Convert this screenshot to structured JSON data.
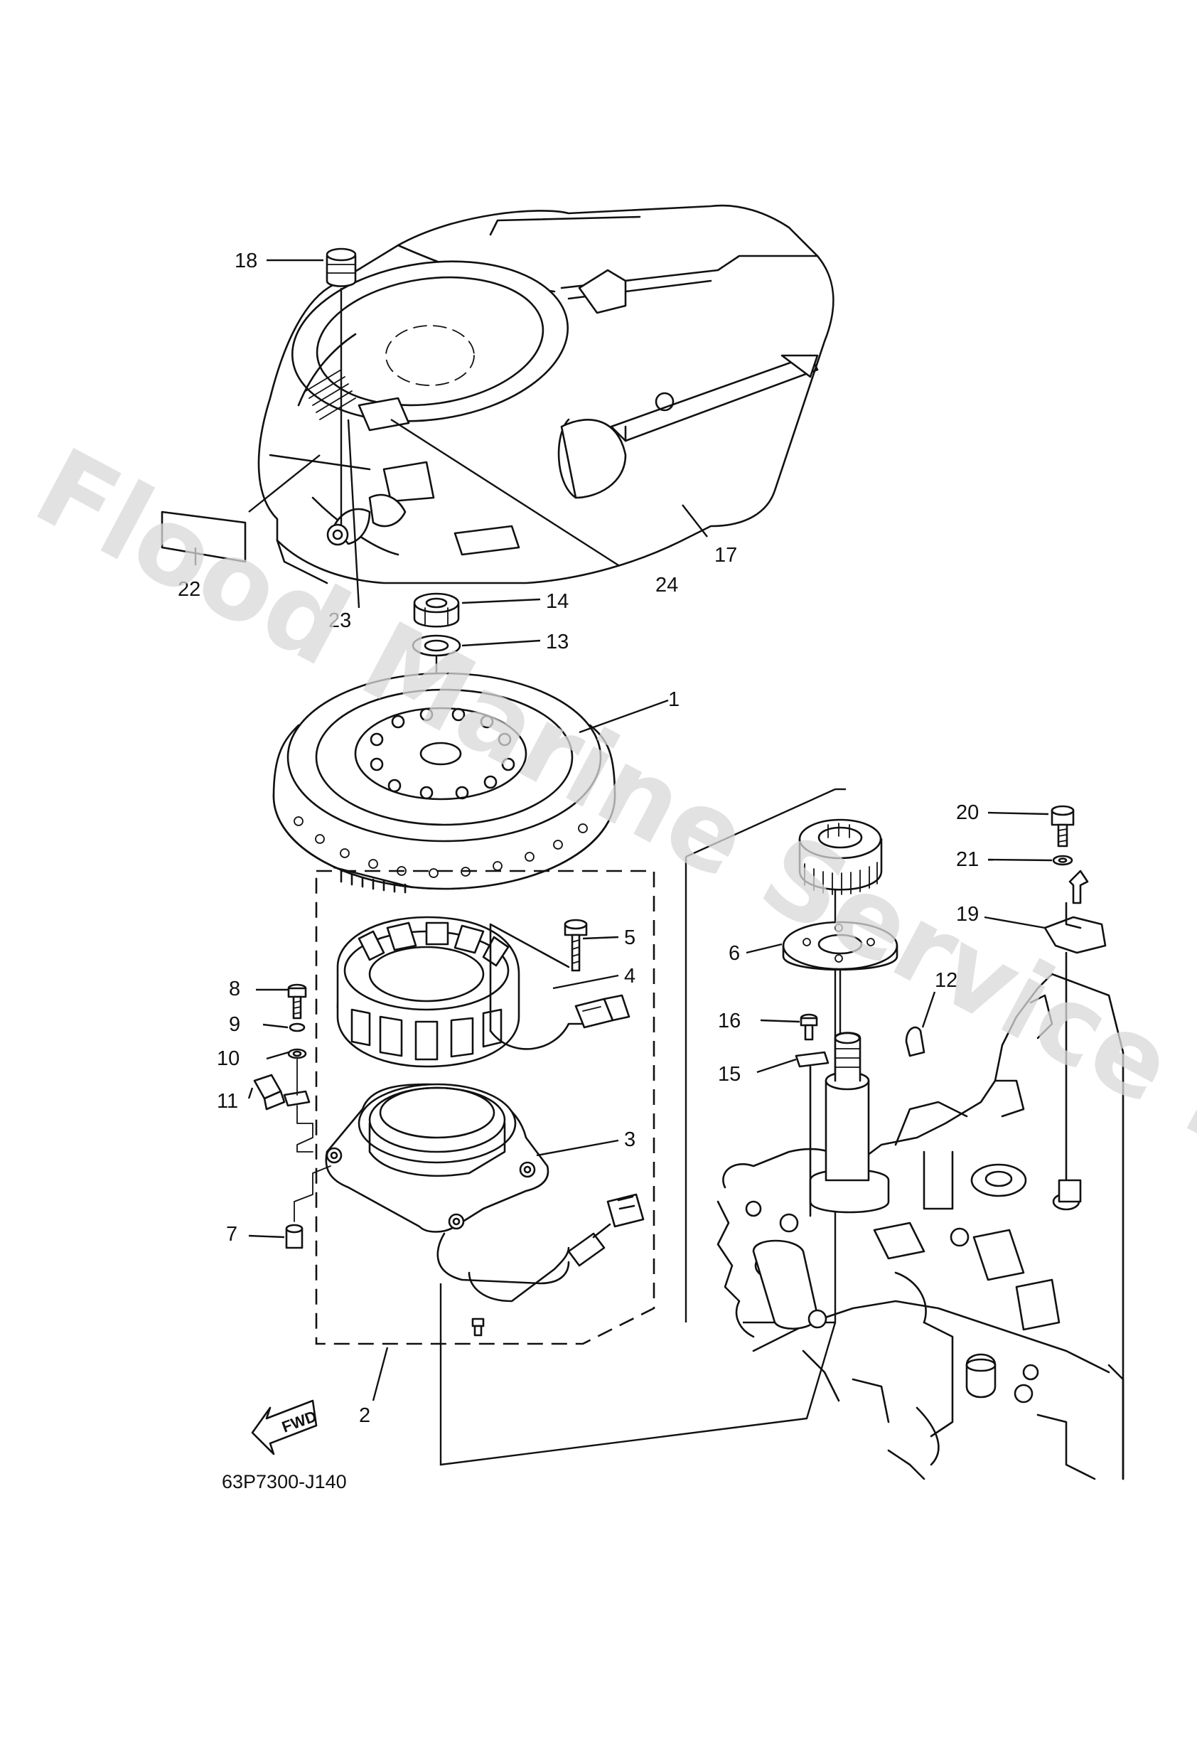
{
  "watermark": "Flood Marine Service Ltd",
  "drawing_code": "63P7300-J140",
  "fwd_label": "FWD",
  "callouts": [
    "1",
    "2",
    "3",
    "4",
    "5",
    "6",
    "7",
    "8",
    "9",
    "10",
    "11",
    "12",
    "13",
    "14",
    "15",
    "16",
    "17",
    "18",
    "19",
    "20",
    "21",
    "22",
    "23",
    "24"
  ]
}
